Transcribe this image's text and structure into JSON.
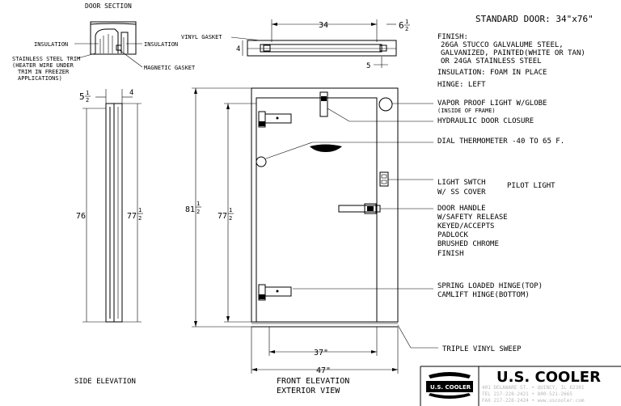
{
  "door_section": {
    "title": "DOOR SECTION",
    "insulation_left": "INSULATION",
    "insulation_right": "INSULATION",
    "trim_label": [
      "STAINLESS STEEL TRIM",
      "(HEATER WIRE UNDER",
      "TRIM IN FREEZER",
      "APPLICATIONS)"
    ],
    "magnetic_gasket": "MAGNETIC GASKET"
  },
  "top_view": {
    "vinyl_gasket": "VINYL GASKET",
    "dim_width": "34",
    "dim_right": [
      "6",
      "1",
      "2"
    ],
    "dim_depth": "4",
    "dim_5": "5"
  },
  "side_elevation": {
    "title": "SIDE ELEVATION",
    "dim_top_left": [
      "5",
      "1",
      "2"
    ],
    "dim_top_right": "4",
    "dim_76": "76",
    "dim_77": [
      "77",
      "1",
      "2"
    ]
  },
  "front_elevation": {
    "title": [
      "FRONT ELEVATION",
      "EXTERIOR VIEW"
    ],
    "dim_81": [
      "81",
      "1",
      "2"
    ],
    "dim_77": [
      "77",
      "1",
      "2"
    ],
    "dim_37": "37\"",
    "dim_47": "47\""
  },
  "spec": {
    "standard_door": "STANDARD DOOR: 34\"x76\"",
    "finish_lines": [
      "FINISH:",
      "26GA STUCCO GALVALUME STEEL,",
      "GALVANIZED, PAINTED(WHITE OR TAN)",
      "OR 24GA STAINLESS STEEL"
    ],
    "insulation": "INSULATION: FOAM IN PLACE",
    "hinge": "HINGE: LEFT"
  },
  "callouts": {
    "vapor_light": "VAPOR PROOF LIGHT W/GLOBE",
    "vapor_light_sub": "(INSIDE OF FRAME)",
    "closure": "HYDRAULIC DOOR CLOSURE",
    "thermometer": "DIAL THERMOMETER -40 TO 65 F.",
    "light_switch": [
      "LIGHT SWTCH",
      "W/ SS COVER"
    ],
    "pilot_light": "PILOT LIGHT",
    "handle_lines": [
      "DOOR HANDLE",
      "W/SAFETY RELEASE",
      "KEYED/ACCEPTS",
      "PADLOCK",
      "BRUSHED CHROME",
      "FINISH"
    ],
    "hinge_lines": [
      "SPRING LOADED HINGE(TOP)",
      "CAMLIFT HINGE(BOTTOM)"
    ],
    "sweep": "TRIPLE VINYL SWEEP"
  },
  "title_block": {
    "company": "U.S. COOLER",
    "logo_text": "U.S. COOLER",
    "address_lines": [
      "401 DELAWARE ST. • QUINCY, IL 62301",
      "TEL 217-228-2421 • 800-521-2665",
      "FAX 217-228-2424 • www.uscooler.com"
    ]
  }
}
